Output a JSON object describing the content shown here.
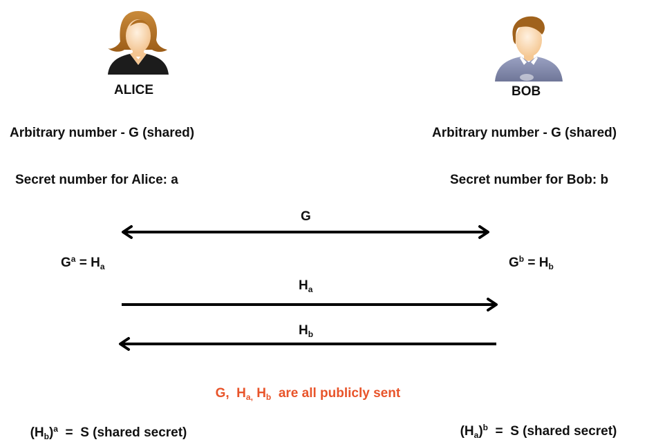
{
  "alice": {
    "name": "ALICE",
    "shared_number": "Arbitrary number - G (shared)",
    "secret": "Secret number for Alice: a",
    "compute": {
      "base": "G",
      "exp": "a",
      "eq": " = ",
      "result": "H",
      "result_sub": "a"
    },
    "final": {
      "open": "(H",
      "inner_sub": "b",
      "close": ")",
      "exp": "a",
      "eq": "  =  ",
      "value": "S (shared secret)"
    },
    "avatar": {
      "hair": "#b8701e",
      "skin": "#f6cfa2",
      "clothes": "#1c1c1c"
    }
  },
  "bob": {
    "name": "BOB",
    "shared_number": "Arbitrary number - G (shared)",
    "secret": "Secret number for Bob: b",
    "compute": {
      "base": "G",
      "exp": "b",
      "eq": " = ",
      "result": "H",
      "result_sub": "b"
    },
    "final": {
      "open": "(H",
      "inner_sub": "a",
      "close": ")",
      "exp": "b",
      "eq": "  =  ",
      "value": "S (shared secret)"
    },
    "avatar": {
      "hair": "#a0621c",
      "skin": "#f8d2a8",
      "clothes": "#8e95b6"
    }
  },
  "arrows": [
    {
      "label": "G",
      "label_sub": "",
      "direction": "both"
    },
    {
      "label": "H",
      "label_sub": "a",
      "direction": "right"
    },
    {
      "label": "H",
      "label_sub": "b",
      "direction": "left"
    }
  ],
  "note": {
    "prefix": "G,  H",
    "sub1": "a,",
    "mid": " H",
    "sub2": "b",
    "suffix": "  are all publicly sent",
    "color": "#e8542a"
  }
}
